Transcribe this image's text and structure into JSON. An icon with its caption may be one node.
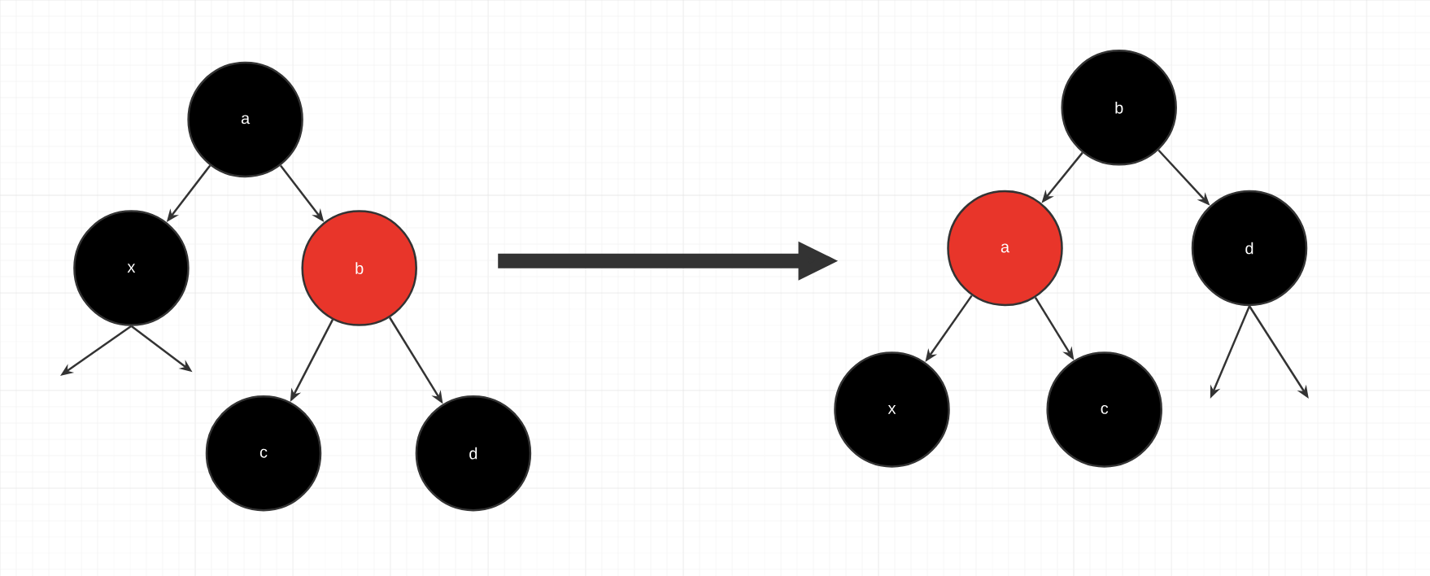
{
  "diagram": {
    "nodes": [
      {
        "text": [
          "a"
        ]
      },
      {
        "text": [
          "x"
        ]
      },
      {
        "text": [
          "b"
        ]
      },
      {
        "text": [
          "c"
        ]
      },
      {
        "text": [
          "d"
        ]
      },
      {
        "text": [
          "b"
        ]
      },
      {
        "text": [
          "a"
        ]
      },
      {
        "text": [
          "d"
        ]
      },
      {
        "text": [
          "x"
        ]
      },
      {
        "text": [
          "c"
        ]
      }
    ],
    "edges": [
      {
        "from": 0,
        "to": 1,
        "arrow": "to"
      },
      {
        "from": 0,
        "to": 2,
        "arrow": "to"
      },
      {
        "from": 1,
        "to": null,
        "arrow": "to"
      },
      {
        "from": 1,
        "to": null,
        "arrow": "to"
      },
      {
        "from": 2,
        "to": 3,
        "arrow": "to"
      },
      {
        "from": 2,
        "to": 4,
        "arrow": "to"
      },
      {
        "from": 5,
        "to": 6,
        "arrow": "to"
      },
      {
        "from": 5,
        "to": 7,
        "arrow": "to"
      },
      {
        "from": 6,
        "to": 8,
        "arrow": "to"
      },
      {
        "from": 6,
        "to": 9,
        "arrow": "to"
      },
      {
        "from": 7,
        "to": null,
        "arrow": "to"
      },
      {
        "from": 7,
        "to": null,
        "arrow": "to"
      }
    ]
  }
}
